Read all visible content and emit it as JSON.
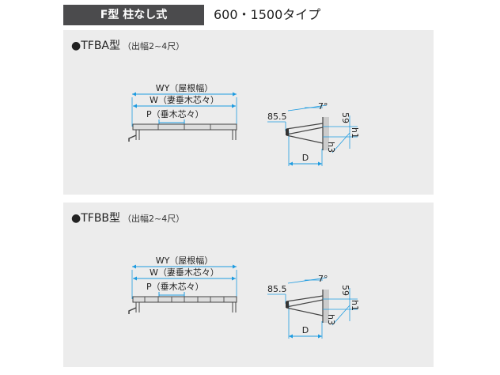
{
  "header": {
    "title": "F型 柱なし式",
    "subtitle": "600・1500タイプ"
  },
  "panels": [
    {
      "name": "●TFBA型",
      "note": "（出幅2~4尺）",
      "labels": {
        "wy": "WY（屋根幅）",
        "w": "W（妻垂木芯々）",
        "p": "P（垂木芯々）",
        "angle": "7°",
        "offset": "85.5",
        "height": "59",
        "h1": "h1",
        "h3": "h3",
        "d": "D"
      }
    },
    {
      "name": "●TFBB型",
      "note": "（出幅2~4尺）",
      "labels": {
        "wy": "WY（屋根幅）",
        "w": "W（妻垂木芯々）",
        "p": "P（垂木芯々）",
        "angle": "7°",
        "offset": "85.5",
        "height": "59",
        "h1": "h1",
        "h3": "h3",
        "d": "D"
      }
    }
  ],
  "colors": {
    "dimension": "#1e9be0",
    "header_bg": "#4b4b4d",
    "panel_bg": "#ececec"
  }
}
